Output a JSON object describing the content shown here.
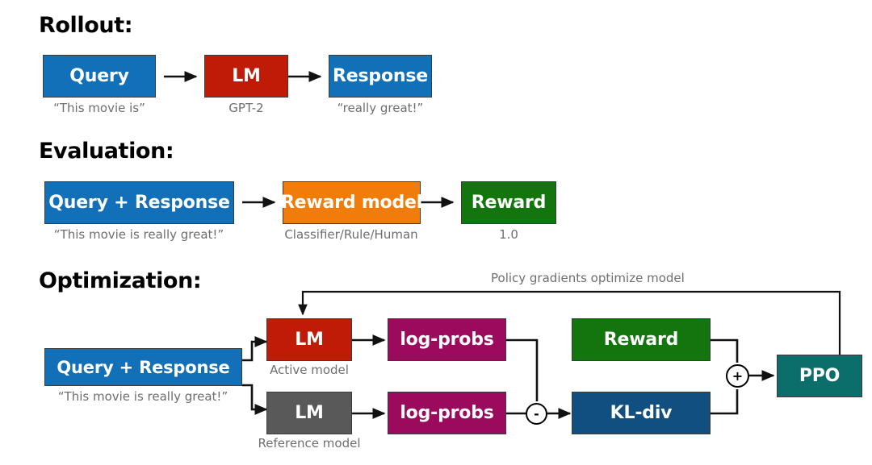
{
  "figure": {
    "title": "RLHF / PPO training loop diagram",
    "background": "#ffffff"
  },
  "colors": {
    "blue": "#1270b8",
    "red": "#bf1b06",
    "orange": "#f07d0a",
    "green": "#13750d",
    "magenta": "#9c0a5e",
    "darkblue": "#104f80",
    "teal": "#0c6e6b",
    "gray": "#595959",
    "caption_text": "#6e6e6e",
    "line": "#1a1a1a"
  },
  "sections": {
    "rollout": {
      "title": "Rollout:",
      "boxes": [
        {
          "label": "Query",
          "caption": "“This movie is”",
          "color": "blue"
        },
        {
          "label": "LM",
          "caption": "GPT-2",
          "color": "red"
        },
        {
          "label": "Response",
          "caption": "“really great!”",
          "color": "blue"
        }
      ]
    },
    "evaluation": {
      "title": "Evaluation:",
      "boxes": [
        {
          "label": "Query + Response",
          "caption": "“This movie is really great!”",
          "color": "blue"
        },
        {
          "label": "Reward model",
          "caption": "Classifier/Rule/Human",
          "color": "orange"
        },
        {
          "label": "Reward",
          "caption": "1.0",
          "color": "green"
        }
      ]
    },
    "optimization": {
      "title": "Optimization:",
      "feedback_label": "Policy gradients optimize model",
      "boxes": [
        {
          "label": "Query + Response",
          "caption": "“This movie is really great!”",
          "color": "blue"
        },
        {
          "label": "LM",
          "caption": "Active model",
          "color": "red"
        },
        {
          "label": "LM",
          "caption": "Reference model",
          "color": "gray"
        },
        {
          "label": "log-probs",
          "caption": "",
          "color": "magenta"
        },
        {
          "label": "log-probs",
          "caption": "",
          "color": "magenta"
        },
        {
          "label": "Reward",
          "caption": "",
          "color": "green"
        },
        {
          "label": "KL-div",
          "caption": "",
          "color": "darkblue"
        },
        {
          "label": "PPO",
          "caption": "",
          "color": "teal"
        }
      ],
      "operators": [
        {
          "symbol": "-",
          "name": "minus"
        },
        {
          "symbol": "+",
          "name": "plus"
        }
      ]
    }
  }
}
